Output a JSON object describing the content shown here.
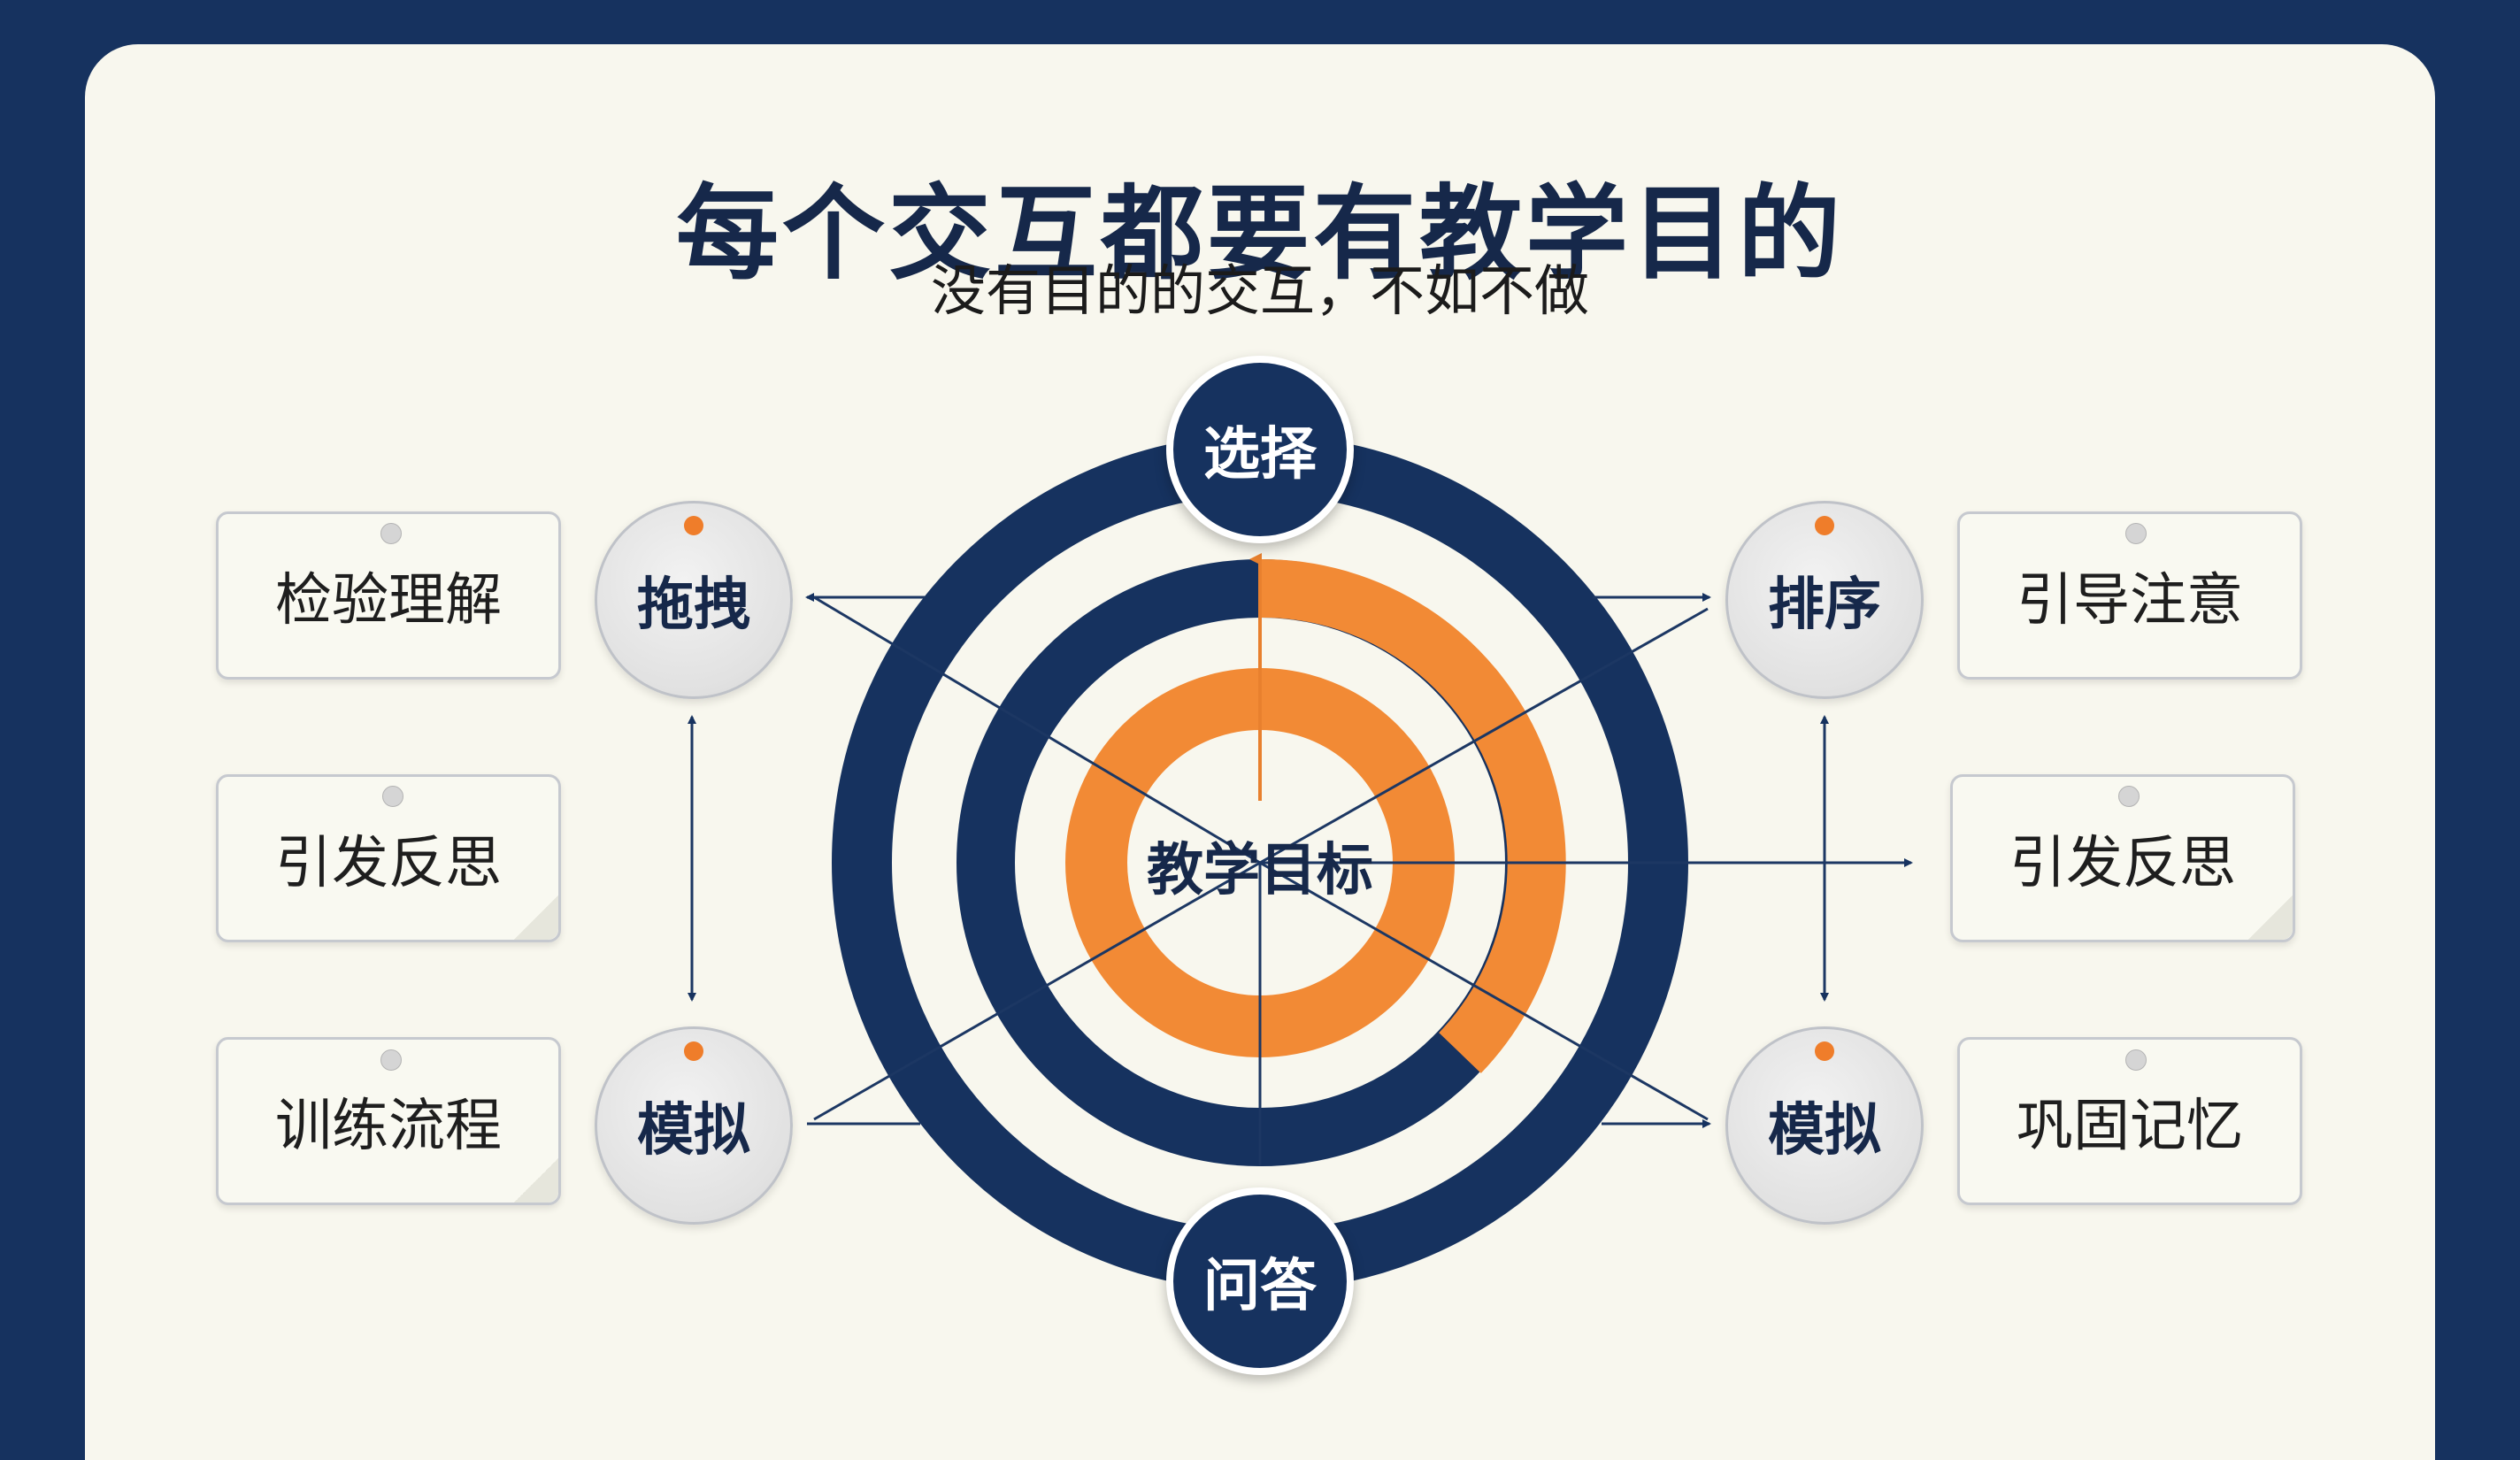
{
  "title": "每个交互都要有教学目的",
  "subtitle": "没有目的的交互，不如不做",
  "center": "教学目标",
  "ring_nodes": {
    "top": "选择",
    "bottom": "问答"
  },
  "left_nodes": {
    "top": "拖拽",
    "bottom": "模拟"
  },
  "right_nodes": {
    "top": "排序",
    "bottom": "模拟"
  },
  "left_cards": [
    "检验理解",
    "引发反思",
    "训练流程"
  ],
  "right_cards": [
    "引导注意",
    "引发反思",
    "巩固记忆"
  ],
  "colors": {
    "navy": "#16325f",
    "orange": "#f28a35",
    "background": "#f8f7ee"
  }
}
